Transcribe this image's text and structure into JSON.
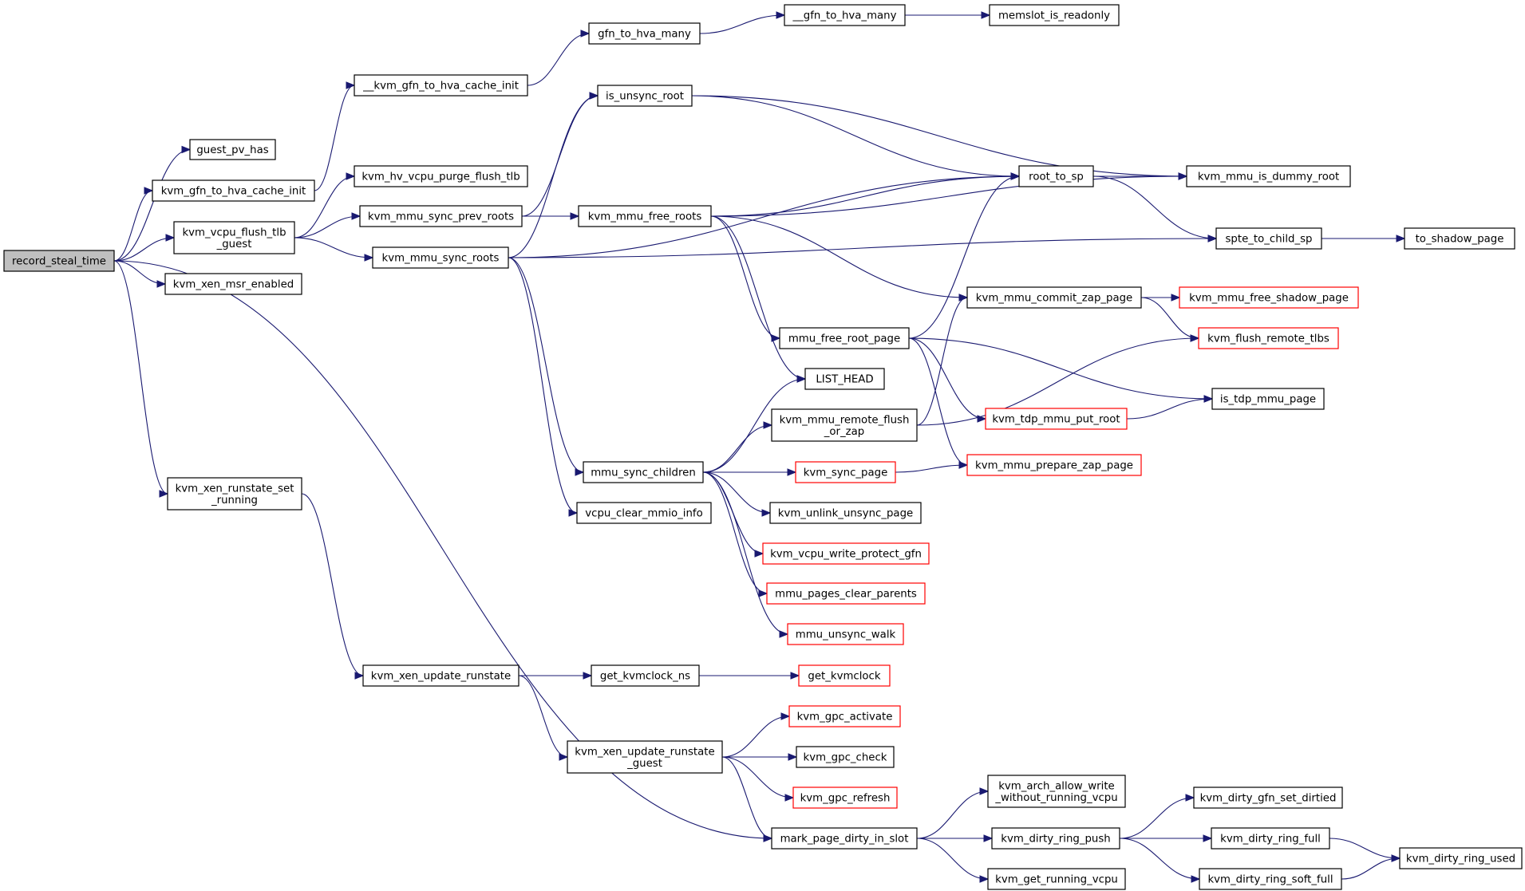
{
  "diagram": {
    "type": "call-graph",
    "colors": {
      "edge": "#191970",
      "box_border": "#000000",
      "highlight_border": "#ff0000",
      "root_fill": "#bfbfbf"
    },
    "nodes": [
      {
        "id": "record_steal_time",
        "lines": [
          "record_steal_time"
        ],
        "style": "root"
      },
      {
        "id": "guest_pv_has",
        "lines": [
          "guest_pv_has"
        ]
      },
      {
        "id": "kvm_gfn_to_hva_cache_init",
        "lines": [
          "kvm_gfn_to_hva_cache_init"
        ]
      },
      {
        "id": "__kvm_gfn_to_hva_cache_init",
        "lines": [
          "__kvm_gfn_to_hva_cache_init"
        ]
      },
      {
        "id": "gfn_to_hva_many",
        "lines": [
          "gfn_to_hva_many"
        ]
      },
      {
        "id": "__gfn_to_hva_many",
        "lines": [
          "__gfn_to_hva_many"
        ]
      },
      {
        "id": "memslot_is_readonly",
        "lines": [
          "memslot_is_readonly"
        ]
      },
      {
        "id": "kvm_hv_vcpu_purge_flush_tlb",
        "lines": [
          "kvm_hv_vcpu_purge_flush_tlb"
        ]
      },
      {
        "id": "kvm_vcpu_flush_tlb_guest",
        "lines": [
          "kvm_vcpu_flush_tlb",
          "_guest"
        ]
      },
      {
        "id": "kvm_mmu_sync_prev_roots",
        "lines": [
          "kvm_mmu_sync_prev_roots"
        ]
      },
      {
        "id": "kvm_mmu_sync_roots",
        "lines": [
          "kvm_mmu_sync_roots"
        ]
      },
      {
        "id": "is_unsync_root",
        "lines": [
          "is_unsync_root"
        ]
      },
      {
        "id": "kvm_mmu_free_roots",
        "lines": [
          "kvm_mmu_free_roots"
        ]
      },
      {
        "id": "root_to_sp",
        "lines": [
          "root_to_sp"
        ]
      },
      {
        "id": "kvm_mmu_is_dummy_root",
        "lines": [
          "kvm_mmu_is_dummy_root"
        ]
      },
      {
        "id": "spte_to_child_sp",
        "lines": [
          "spte_to_child_sp"
        ]
      },
      {
        "id": "to_shadow_page",
        "lines": [
          "to_shadow_page"
        ]
      },
      {
        "id": "kvm_xen_msr_enabled",
        "lines": [
          "kvm_xen_msr_enabled"
        ]
      },
      {
        "id": "kvm_mmu_commit_zap_page",
        "lines": [
          "kvm_mmu_commit_zap_page"
        ]
      },
      {
        "id": "kvm_mmu_free_shadow_page",
        "lines": [
          "kvm_mmu_free_shadow_page"
        ],
        "style": "red"
      },
      {
        "id": "kvm_flush_remote_tlbs",
        "lines": [
          "kvm_flush_remote_tlbs"
        ],
        "style": "red"
      },
      {
        "id": "mmu_free_root_page",
        "lines": [
          "mmu_free_root_page"
        ]
      },
      {
        "id": "LIST_HEAD",
        "lines": [
          "LIST_HEAD"
        ]
      },
      {
        "id": "is_tdp_mmu_page",
        "lines": [
          "is_tdp_mmu_page"
        ]
      },
      {
        "id": "kvm_mmu_remote_flush_or_zap",
        "lines": [
          "kvm_mmu_remote_flush",
          "_or_zap"
        ]
      },
      {
        "id": "kvm_tdp_mmu_put_root",
        "lines": [
          "kvm_tdp_mmu_put_root"
        ],
        "style": "red"
      },
      {
        "id": "mmu_sync_children",
        "lines": [
          "mmu_sync_children"
        ]
      },
      {
        "id": "kvm_sync_page",
        "lines": [
          "kvm_sync_page"
        ],
        "style": "red"
      },
      {
        "id": "kvm_mmu_prepare_zap_page",
        "lines": [
          "kvm_mmu_prepare_zap_page"
        ],
        "style": "red"
      },
      {
        "id": "kvm_xen_runstate_set_running",
        "lines": [
          "kvm_xen_runstate_set",
          "_running"
        ]
      },
      {
        "id": "vcpu_clear_mmio_info",
        "lines": [
          "vcpu_clear_mmio_info"
        ]
      },
      {
        "id": "kvm_unlink_unsync_page",
        "lines": [
          "kvm_unlink_unsync_page"
        ]
      },
      {
        "id": "kvm_vcpu_write_protect_gfn",
        "lines": [
          "kvm_vcpu_write_protect_gfn"
        ],
        "style": "red"
      },
      {
        "id": "mmu_pages_clear_parents",
        "lines": [
          "mmu_pages_clear_parents"
        ],
        "style": "red"
      },
      {
        "id": "mmu_unsync_walk",
        "lines": [
          "mmu_unsync_walk"
        ],
        "style": "red"
      },
      {
        "id": "kvm_xen_update_runstate",
        "lines": [
          "kvm_xen_update_runstate"
        ]
      },
      {
        "id": "get_kvmclock_ns",
        "lines": [
          "get_kvmclock_ns"
        ]
      },
      {
        "id": "get_kvmclock",
        "lines": [
          "get_kvmclock"
        ],
        "style": "red"
      },
      {
        "id": "kvm_gpc_activate",
        "lines": [
          "kvm_gpc_activate"
        ],
        "style": "red"
      },
      {
        "id": "kvm_xen_update_runstate_guest",
        "lines": [
          "kvm_xen_update_runstate",
          "_guest"
        ]
      },
      {
        "id": "kvm_gpc_check",
        "lines": [
          "kvm_gpc_check"
        ]
      },
      {
        "id": "kvm_gpc_refresh",
        "lines": [
          "kvm_gpc_refresh"
        ],
        "style": "red"
      },
      {
        "id": "kvm_arch_allow_write_without_running_vcpu",
        "lines": [
          "kvm_arch_allow_write",
          "_without_running_vcpu"
        ]
      },
      {
        "id": "kvm_dirty_gfn_set_dirtied",
        "lines": [
          "kvm_dirty_gfn_set_dirtied"
        ]
      },
      {
        "id": "mark_page_dirty_in_slot",
        "lines": [
          "mark_page_dirty_in_slot"
        ]
      },
      {
        "id": "kvm_dirty_ring_push",
        "lines": [
          "kvm_dirty_ring_push"
        ]
      },
      {
        "id": "kvm_dirty_ring_full",
        "lines": [
          "kvm_dirty_ring_full"
        ]
      },
      {
        "id": "kvm_dirty_ring_used",
        "lines": [
          "kvm_dirty_ring_used"
        ]
      },
      {
        "id": "kvm_dirty_ring_soft_full",
        "lines": [
          "kvm_dirty_ring_soft_full"
        ]
      },
      {
        "id": "kvm_get_running_vcpu",
        "lines": [
          "kvm_get_running_vcpu"
        ]
      }
    ],
    "edges": [
      [
        "record_steal_time",
        "guest_pv_has"
      ],
      [
        "record_steal_time",
        "kvm_gfn_to_hva_cache_init"
      ],
      [
        "record_steal_time",
        "kvm_vcpu_flush_tlb_guest"
      ],
      [
        "record_steal_time",
        "kvm_xen_msr_enabled"
      ],
      [
        "record_steal_time",
        "kvm_xen_runstate_set_running"
      ],
      [
        "record_steal_time",
        "mark_page_dirty_in_slot"
      ],
      [
        "kvm_gfn_to_hva_cache_init",
        "__kvm_gfn_to_hva_cache_init"
      ],
      [
        "__kvm_gfn_to_hva_cache_init",
        "gfn_to_hva_many"
      ],
      [
        "gfn_to_hva_many",
        "__gfn_to_hva_many"
      ],
      [
        "__gfn_to_hva_many",
        "memslot_is_readonly"
      ],
      [
        "kvm_vcpu_flush_tlb_guest",
        "kvm_hv_vcpu_purge_flush_tlb"
      ],
      [
        "kvm_vcpu_flush_tlb_guest",
        "kvm_mmu_sync_prev_roots"
      ],
      [
        "kvm_vcpu_flush_tlb_guest",
        "kvm_mmu_sync_roots"
      ],
      [
        "kvm_mmu_sync_prev_roots",
        "is_unsync_root"
      ],
      [
        "kvm_mmu_sync_prev_roots",
        "kvm_mmu_free_roots"
      ],
      [
        "kvm_mmu_sync_roots",
        "is_unsync_root"
      ],
      [
        "kvm_mmu_sync_roots",
        "root_to_sp"
      ],
      [
        "kvm_mmu_sync_roots",
        "spte_to_child_sp"
      ],
      [
        "kvm_mmu_sync_roots",
        "mmu_sync_children"
      ],
      [
        "kvm_mmu_sync_roots",
        "vcpu_clear_mmio_info"
      ],
      [
        "is_unsync_root",
        "root_to_sp"
      ],
      [
        "is_unsync_root",
        "kvm_mmu_is_dummy_root"
      ],
      [
        "kvm_mmu_free_roots",
        "root_to_sp"
      ],
      [
        "kvm_mmu_free_roots",
        "kvm_mmu_is_dummy_root"
      ],
      [
        "kvm_mmu_free_roots",
        "kvm_mmu_commit_zap_page"
      ],
      [
        "kvm_mmu_free_roots",
        "mmu_free_root_page"
      ],
      [
        "kvm_mmu_free_roots",
        "LIST_HEAD"
      ],
      [
        "root_to_sp",
        "kvm_mmu_is_dummy_root"
      ],
      [
        "root_to_sp",
        "spte_to_child_sp"
      ],
      [
        "spte_to_child_sp",
        "to_shadow_page"
      ],
      [
        "kvm_mmu_commit_zap_page",
        "kvm_mmu_free_shadow_page"
      ],
      [
        "kvm_mmu_commit_zap_page",
        "kvm_flush_remote_tlbs"
      ],
      [
        "mmu_free_root_page",
        "root_to_sp"
      ],
      [
        "mmu_free_root_page",
        "is_tdp_mmu_page"
      ],
      [
        "mmu_free_root_page",
        "kvm_tdp_mmu_put_root"
      ],
      [
        "mmu_free_root_page",
        "kvm_mmu_prepare_zap_page"
      ],
      [
        "kvm_tdp_mmu_put_root",
        "is_tdp_mmu_page"
      ],
      [
        "kvm_mmu_remote_flush_or_zap",
        "kvm_mmu_commit_zap_page"
      ],
      [
        "kvm_mmu_remote_flush_or_zap",
        "kvm_flush_remote_tlbs"
      ],
      [
        "mmu_sync_children",
        "LIST_HEAD"
      ],
      [
        "mmu_sync_children",
        "kvm_mmu_remote_flush_or_zap"
      ],
      [
        "mmu_sync_children",
        "kvm_sync_page"
      ],
      [
        "mmu_sync_children",
        "kvm_unlink_unsync_page"
      ],
      [
        "mmu_sync_children",
        "kvm_vcpu_write_protect_gfn"
      ],
      [
        "mmu_sync_children",
        "mmu_pages_clear_parents"
      ],
      [
        "mmu_sync_children",
        "mmu_unsync_walk"
      ],
      [
        "kvm_sync_page",
        "kvm_mmu_prepare_zap_page"
      ],
      [
        "kvm_xen_runstate_set_running",
        "kvm_xen_update_runstate"
      ],
      [
        "kvm_xen_update_runstate",
        "get_kvmclock_ns"
      ],
      [
        "kvm_xen_update_runstate",
        "kvm_xen_update_runstate_guest"
      ],
      [
        "get_kvmclock_ns",
        "get_kvmclock"
      ],
      [
        "kvm_xen_update_runstate_guest",
        "kvm_gpc_activate"
      ],
      [
        "kvm_xen_update_runstate_guest",
        "kvm_gpc_check"
      ],
      [
        "kvm_xen_update_runstate_guest",
        "kvm_gpc_refresh"
      ],
      [
        "kvm_xen_update_runstate_guest",
        "mark_page_dirty_in_slot"
      ],
      [
        "mark_page_dirty_in_slot",
        "kvm_arch_allow_write_without_running_vcpu"
      ],
      [
        "mark_page_dirty_in_slot",
        "kvm_dirty_ring_push"
      ],
      [
        "mark_page_dirty_in_slot",
        "kvm_get_running_vcpu"
      ],
      [
        "kvm_dirty_ring_push",
        "kvm_dirty_gfn_set_dirtied"
      ],
      [
        "kvm_dirty_ring_push",
        "kvm_dirty_ring_full"
      ],
      [
        "kvm_dirty_ring_push",
        "kvm_dirty_ring_soft_full"
      ],
      [
        "kvm_dirty_ring_full",
        "kvm_dirty_ring_used"
      ],
      [
        "kvm_dirty_ring_soft_full",
        "kvm_dirty_ring_used"
      ]
    ]
  }
}
